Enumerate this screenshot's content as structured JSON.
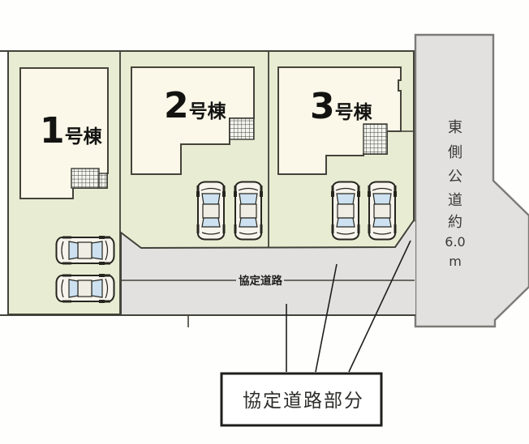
{
  "plan": {
    "houses": [
      {
        "number": "1",
        "suffix": "号棟"
      },
      {
        "number": "2",
        "suffix": "号棟"
      },
      {
        "number": "3",
        "suffix": "号棟"
      }
    ],
    "agreement_road": {
      "label": "協定道路"
    },
    "east_road": {
      "chars": [
        "東",
        "側",
        "公",
        "道",
        "約",
        "6.0",
        "m"
      ],
      "meaning": "東側公道約6.0m"
    },
    "callout": {
      "label": "協定道路部分"
    },
    "cars_count": 6
  },
  "colors": {
    "plot_green": "#e8ecd2",
    "house_cream": "#fbf8e9",
    "road_gray": "#e3e1df",
    "outline_dark": "#42423a",
    "glass_blue": "#cde1f0",
    "road_border_gray": "#7c7a76"
  }
}
